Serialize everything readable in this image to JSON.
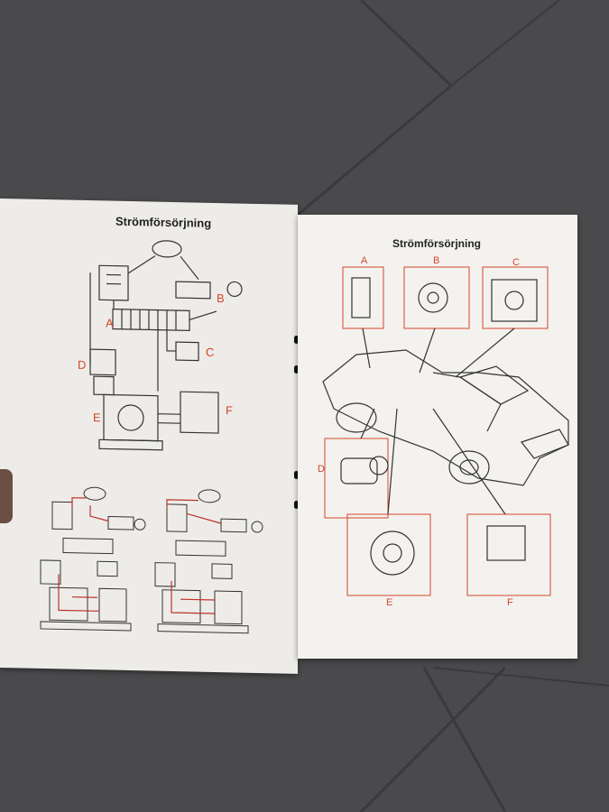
{
  "left_page": {
    "title": "Strömförsörjning",
    "labels": {
      "a": "A",
      "b": "B",
      "c": "C",
      "d": "D",
      "e": "E",
      "f": "F"
    }
  },
  "right_page": {
    "title": "Strömförsörjning",
    "labels": {
      "a": "A",
      "b": "B",
      "c": "C",
      "d": "D",
      "e": "E",
      "f": "F"
    }
  },
  "colors": {
    "floor": "#4a4a4c",
    "paper": "#f1efeb",
    "accent_red": "#d4452e",
    "line": "#333333"
  }
}
